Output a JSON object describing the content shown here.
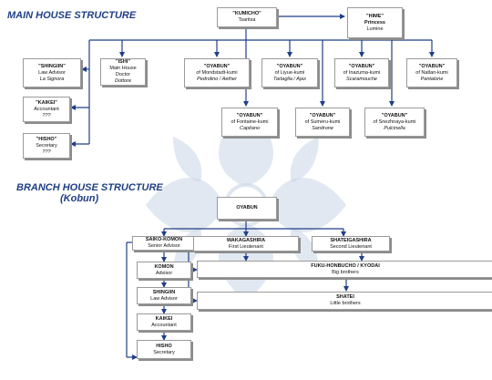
{
  "headings": {
    "main": "MAIN HOUSE STRUCTURE",
    "branch": "BRANCH HOUSE STRUCTURE",
    "branch_sub": "(Kobun)"
  },
  "main_house": {
    "kumicho": {
      "title": "\"KUMICHO\"",
      "name": "Tsaritsa"
    },
    "hime": {
      "title": "\"HIME\"",
      "subtitle": "Princess",
      "name": "Lumine"
    },
    "shingiin": {
      "title": "\"SHINGIIN\"",
      "subtitle": "Law Advisor",
      "name": "La Signora"
    },
    "kaikei": {
      "title": "\"KAIKEI\"",
      "subtitle": "Accountant",
      "name": "???"
    },
    "hisho": {
      "title": "\"HISHO\"",
      "subtitle": "Secretary",
      "name": "???"
    },
    "ishi": {
      "title": "\"ISHI\"",
      "subtitle": "Main House Doctor",
      "name": "Dottore"
    },
    "mondstadt": {
      "title": "\"OYABUN\"",
      "subtitle": "of Mondstadt-kumi",
      "name": "Pedrolino / Aether"
    },
    "liyue": {
      "title": "\"OYABUN\"",
      "subtitle": "of Liyue-kumi",
      "name": "Tartaglia / Ajax"
    },
    "inazuma": {
      "title": "\"OYABUN\"",
      "subtitle": "of Inazuma-kumi",
      "name": "Scaramouche"
    },
    "natlan": {
      "title": "\"OYABUN\"",
      "subtitle": "of Natlan-kumi",
      "name": "Pantalone"
    },
    "fontaine": {
      "title": "\"OYABUN\"",
      "subtitle": "of Fontaine-kumi",
      "name": "Capitano"
    },
    "sumeru": {
      "title": "\"OYABUN\"",
      "subtitle": "of Sumeru-kumi",
      "name": "Sandrone"
    },
    "snezhnaya": {
      "title": "\"OYABUN\"",
      "subtitle": "of Snezhnaya-kumi",
      "name": "Pulcinella"
    }
  },
  "branch_house": {
    "oyabun": {
      "title": "OYABUN"
    },
    "saiko_komon": {
      "title": "SAIKO-KOMON",
      "subtitle": "Senior Advisor"
    },
    "wakagashira": {
      "title": "WAKAGASHIRA",
      "subtitle": "First Lieutenant"
    },
    "shateigashira": {
      "title": "SHATEIGASHIRA",
      "subtitle": "Second Lieutenant"
    },
    "komon": {
      "title": "KOMON",
      "subtitle": "Advisor"
    },
    "shingiin": {
      "title": "SHINGIIN",
      "subtitle": "Law Advisor"
    },
    "kaikei": {
      "title": "KAIKEI",
      "subtitle": "Accountant"
    },
    "hisho": {
      "title": "HISHO",
      "subtitle": "Secretary"
    },
    "fuku_honbucho": {
      "title": "FUKU-HONBUCHO  /  KYODAI",
      "subtitle": "Big brothers"
    },
    "shatei": {
      "title": "SHATEI",
      "subtitle": "Little brothers"
    }
  },
  "colors": {
    "heading": "#1f3f86",
    "connector": "#1f3f86",
    "watermark": "#c9d6e6"
  },
  "icons": {
    "watermark": "quatrefoil-crest-watermark"
  }
}
